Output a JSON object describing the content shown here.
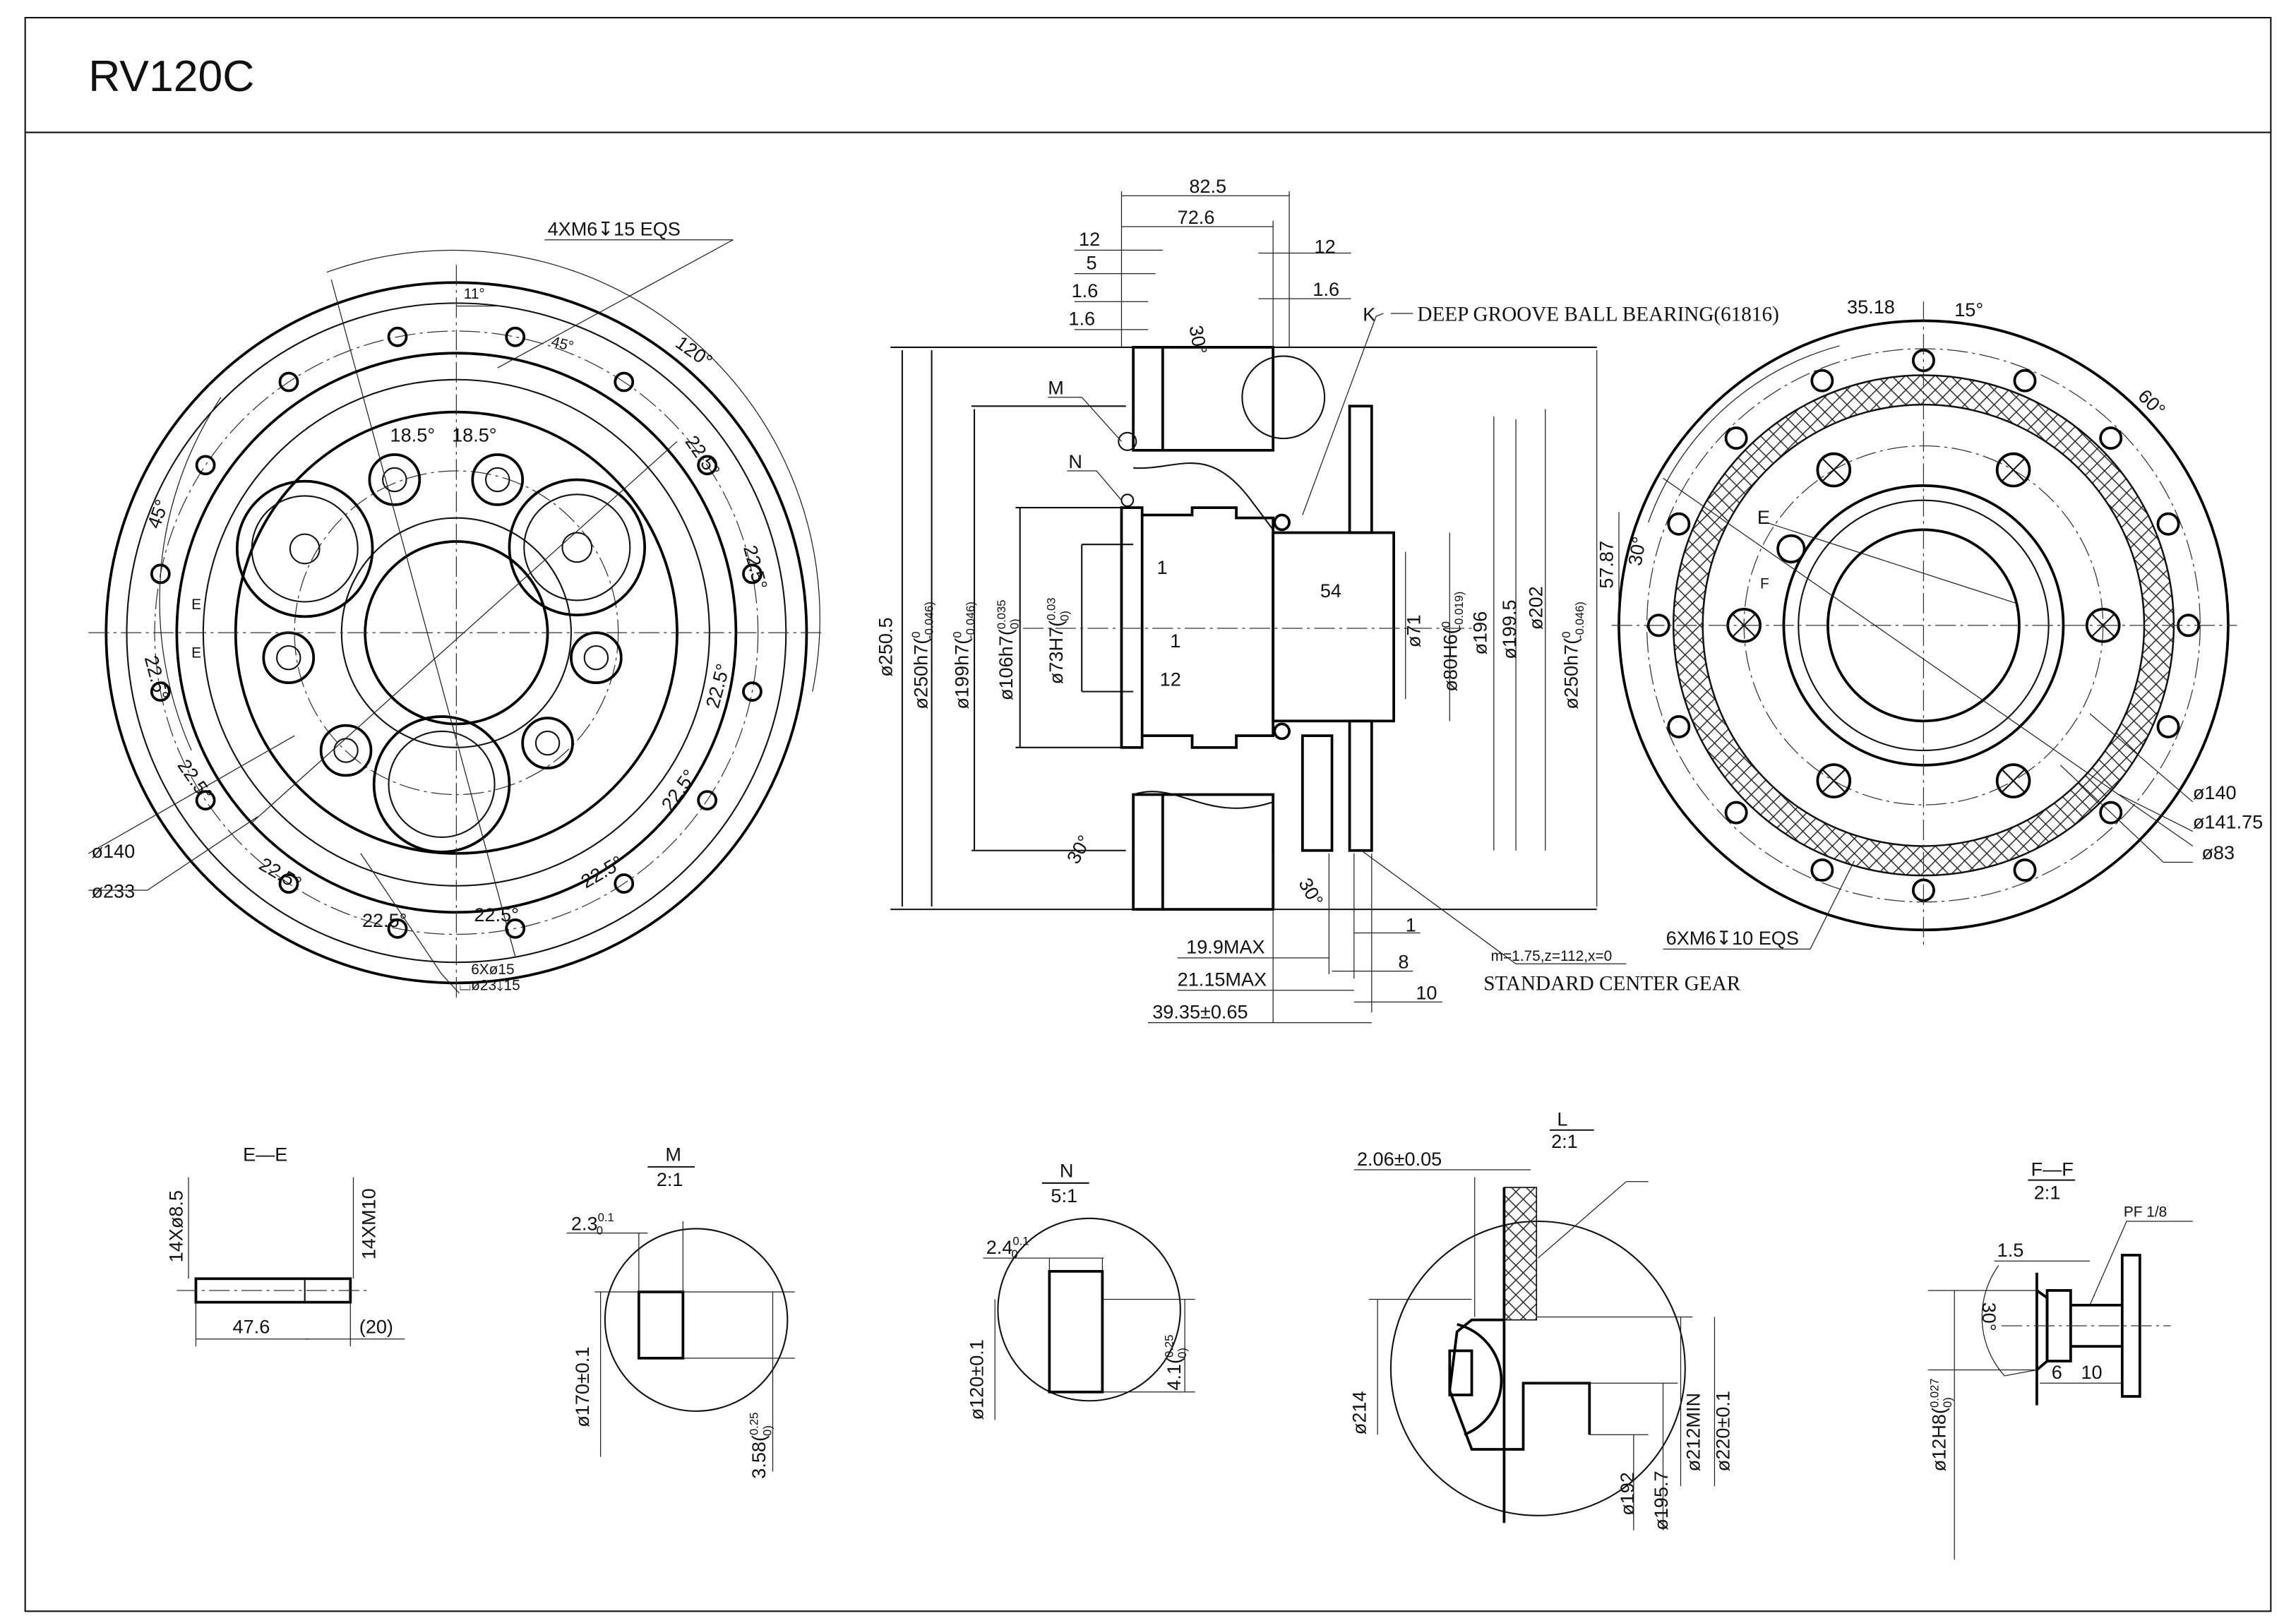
{
  "title": "RV120C",
  "left_view": {
    "tapped_holes": "4XM6↧15 EQS",
    "angle_11": "11°",
    "angle_45_top": "45°",
    "angle_120": "120°",
    "angle_45_left": "45°",
    "angle_18_5_a": "18.5°",
    "angle_18_5_b": "18.5°",
    "angles_22_5": [
      "22.5°",
      "22.5°",
      "22.5°",
      "22.5°",
      "22.5°",
      "22.5°",
      "22.5°",
      "22.5°",
      "22.5°",
      "22.5°"
    ],
    "section_mark_e1": "E",
    "section_mark_e2": "E",
    "dia_140": "ø140",
    "dia_233": "ø233",
    "holes_note_1": "6Xø15",
    "holes_note_2": "⌴ø23↧15"
  },
  "center_view": {
    "dim_82_5": "82.5",
    "dim_72_6": "72.6",
    "dim_12_left": "12",
    "dim_5": "5",
    "dim_1_6_a": "1.6",
    "dim_1_6_b": "1.6",
    "dim_12_right": "12",
    "dim_1_6_right": "1.6",
    "detail_k": "K",
    "bearing_note": "DEEP GROOVE BALL BEARING(61816)",
    "detail_m": "M",
    "detail_n": "N",
    "angle_30_top": "30°",
    "angle_30_bottom_left": "30°",
    "angle_30_bottom_right": "30°",
    "dia_250_5": "ø250.5",
    "dia_250h7_left": {
      "base": "ø250h7(",
      "upper": "0",
      "lower": "-0.046)"
    },
    "dia_199h7": {
      "base": "ø199h7(",
      "upper": "0",
      "lower": "-0.046)"
    },
    "dia_106h7": {
      "base": "ø106h7(",
      "upper": "0.035",
      "lower": "0)"
    },
    "dia_73H7": {
      "base": "ø73H7(",
      "upper": "0.03",
      "lower": "0)"
    },
    "dim_1_a": "1",
    "dim_1_b": "1",
    "dim_12_inner": "12",
    "dim_54": "54",
    "dia_71": "ø71",
    "dia_80H6": {
      "base": "ø80H6(",
      "upper": "0",
      "lower": "-0.019)"
    },
    "dia_196": "ø196",
    "dia_199_5": "ø199.5",
    "dia_202": "ø202",
    "dia_250h7_right": {
      "base": "ø250h7(",
      "upper": "0",
      "lower": "-0.046)"
    },
    "dim_19_9": "19.9MAX",
    "dim_21_15": "21.15MAX",
    "dim_39_35": "39.35±0.65",
    "dim_1_bottom": "1",
    "dim_8": "8",
    "dim_10": "10",
    "gear_spec": "m=1.75,z=112,x=0",
    "gear_note": "STANDARD CENTER GEAR"
  },
  "right_view": {
    "dim_35_18": "35.18",
    "angle_15": "15°",
    "angle_60": "60°",
    "dim_57_87": "57.87",
    "angle_30": "30°",
    "section_mark_e": "E",
    "section_mark_f": "F",
    "dia_140": "ø140",
    "dia_141_75": "ø141.75",
    "dia_83": "ø83",
    "tapped_holes": "6XM6↧10 EQS"
  },
  "details": {
    "ee": {
      "title": "E—E",
      "holes": "14Xø8.5",
      "thread": "14XM10",
      "len": "47.6",
      "ref": "(20)"
    },
    "m": {
      "title": "M",
      "scale": "2:1",
      "width": {
        "base": "2.3",
        "upper": "0.1",
        "lower": "0"
      },
      "dia": "ø170±0.1",
      "depth": {
        "base": "3.58(",
        "upper": "0.25",
        "lower": "0)"
      }
    },
    "n": {
      "title": "N",
      "scale": "5:1",
      "width": {
        "base": "2.4",
        "upper": "0.1",
        "lower": "0"
      },
      "dia": "ø120±0.1",
      "depth": {
        "base": "4.1(",
        "upper": "0.25",
        "lower": "0)"
      }
    },
    "l": {
      "title": "L",
      "scale": "2:1",
      "thick": "2.06±0.05",
      "dia_214": "ø214",
      "dia_192": "ø192",
      "dia_195_7": "ø195.7",
      "dia_212": "ø212MIN",
      "dia_220": "ø220±0.1"
    },
    "ff": {
      "title": "F—F",
      "scale": "2:1",
      "thread": "PF 1/8",
      "dim_1_5": "1.5",
      "angle": "30°",
      "dim_6": "6",
      "dim_10": "10",
      "dia": {
        "base": "ø12H8(",
        "upper": "0.027",
        "lower": "0)"
      }
    }
  }
}
